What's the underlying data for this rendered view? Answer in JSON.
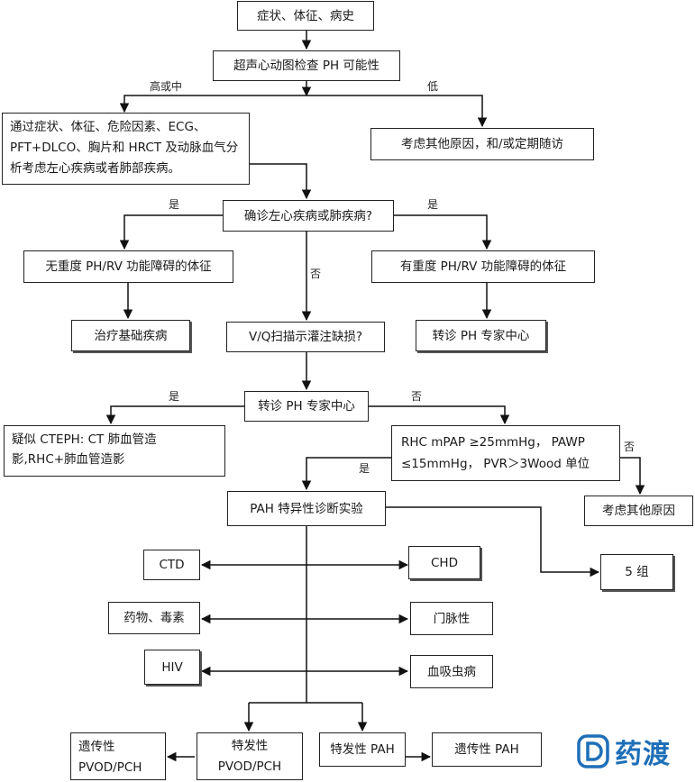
{
  "nodes": {
    "symptoms": "症状、体征、病史",
    "echo": "超声心动图检查 PH 可能性",
    "evaluate": "通过症状、体征、危险因素、ECG、PFT+DLCO、胸片和 HRCT 及动脉血气分析考虑左心疾病或者肺部疾病。",
    "other_followup": "考虑其他原因，和/或定期随访",
    "confirm": "确诊左心疾病或肺疾病?",
    "no_severe": "无重度 PH/RV 功能障碍的体征",
    "severe": "有重度 PH/RV 功能障碍的体征",
    "treat_basic": "治疗基础疾病",
    "vq": "V/Q扫描示灌注缺损?",
    "refer_right": "转诊 PH 专家中心",
    "refer_center": "转诊 PH 专家中心",
    "cteph": "疑似 CTEPH: CT 肺血管造影,RHC+肺血管造影",
    "rhc": "RHC   mPAP ≥25mmHg， PAWP ≤15mmHg，  PVR＞3Wood 单位",
    "other_cause": "考虑其他原因",
    "pah_test": "PAH 特异性诊断实验",
    "group5": "5 组",
    "ctd": "CTD",
    "chd": "CHD",
    "drugs": "药物、毒素",
    "portal": "门脉性",
    "hiv": "HIV",
    "schisto": "血吸虫病",
    "hered_pvod": "遗传性\nPVOD/PCH",
    "idio_pvod": "特发性\nPVOD/PCH",
    "idio_pah": "特发性 PAH",
    "hered_pah": "遗传性 PAH"
  },
  "edge_labels": {
    "high_mid": "高或中",
    "low": "低",
    "yes_left": "是",
    "yes_right": "是",
    "no_vq": "否",
    "yes_vq": "是",
    "no_vq_right": "否",
    "yes_rhc": "是",
    "no_rhc": "否"
  },
  "logo": {
    "text": "药渡",
    "icon": "yaodu-logo-icon",
    "color": "#1e6fb8"
  }
}
